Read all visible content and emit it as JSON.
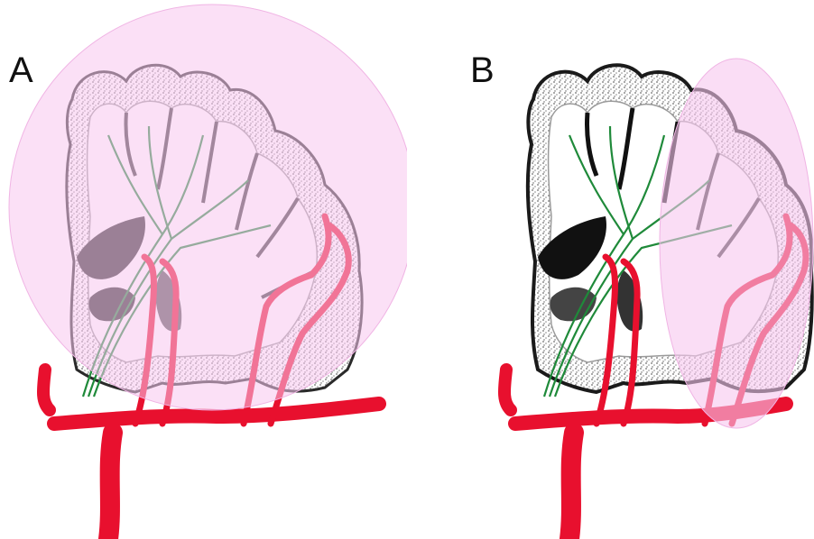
{
  "panels": [
    {
      "label": "A",
      "highlight": "large-circle"
    },
    {
      "label": "B",
      "highlight": "lateral-ellipse"
    }
  ],
  "colors": {
    "artery": "#e8102e",
    "artery_in_highlight": "#e24f7a",
    "fibers": "#1f8a3a",
    "highlight": "#f7c6ee",
    "gray_matter": "#8e8e8e",
    "nuclei": "#2a2a2a"
  }
}
